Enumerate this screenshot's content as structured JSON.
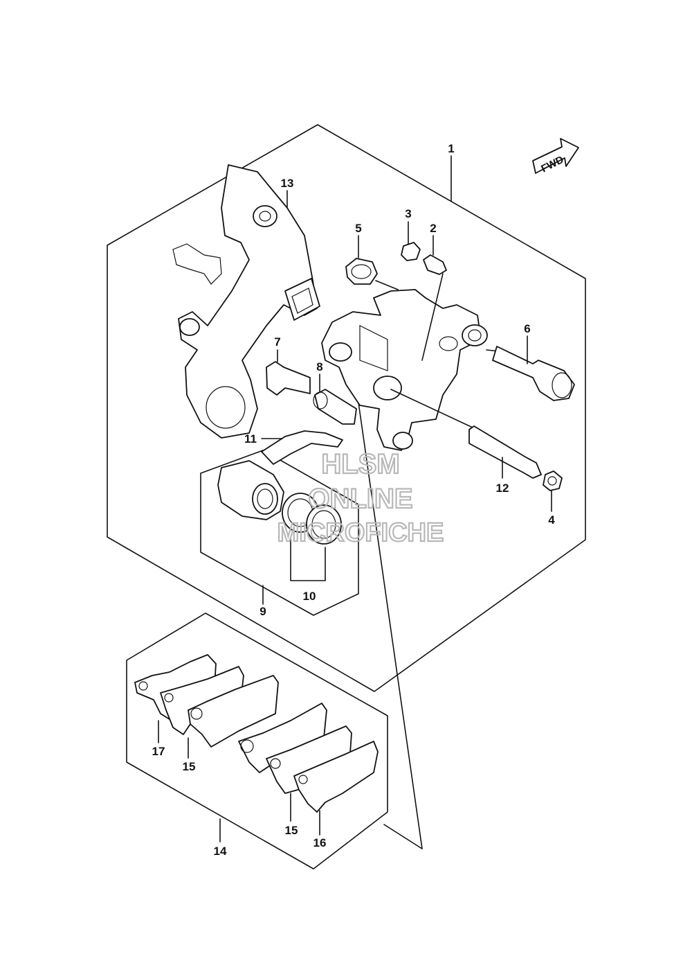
{
  "fwd_label": "FWD",
  "watermark": {
    "line1": "HLSM",
    "line2": "ONLINE",
    "line3": "MICROFICHE"
  },
  "callouts": {
    "c1": "1",
    "c2": "2",
    "c3": "3",
    "c4": "4",
    "c5": "5",
    "c6": "6",
    "c7": "7",
    "c8": "8",
    "c9": "9",
    "c10": "10",
    "c11": "11",
    "c12": "12",
    "c13": "13",
    "c14": "14",
    "c15a": "15",
    "c15b": "15",
    "c16": "16",
    "c17": "17"
  }
}
